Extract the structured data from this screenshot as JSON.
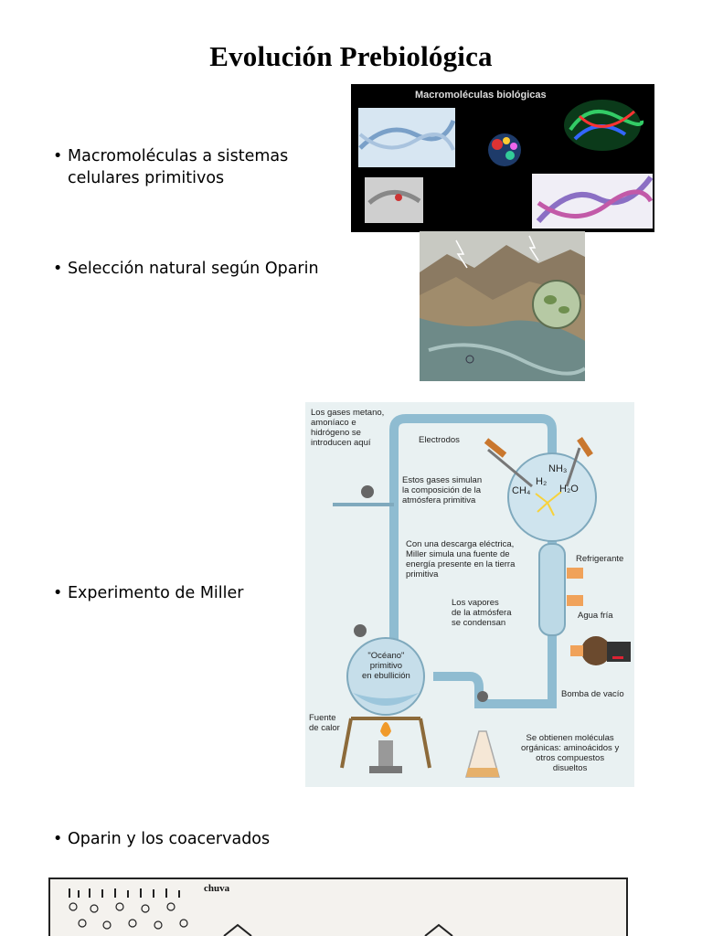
{
  "title": "Evolución Prebiológica",
  "bullets": [
    {
      "line1": "Macromoléculas a sistemas",
      "line2": "celulares primitivos"
    },
    {
      "line1": "Selección natural según Oparin"
    },
    {
      "line1": "Experimento de Miller"
    },
    {
      "line1": "Oparin y los coacervados"
    }
  ],
  "bullet_symbol": "•",
  "macro_image": {
    "caption": "Macromoléculas biológicas"
  },
  "miller_diagram": {
    "gases_intro": [
      "Los gases metano,",
      "amoníaco e",
      "hidrógeno se",
      "introducen aquí"
    ],
    "electrodes": "Electrodos",
    "simulate": [
      "Estos gases simulan",
      "la composición de la",
      "atmósfera primitiva"
    ],
    "nh3": "NH₃",
    "h2": "H₂",
    "ch4": "CH₄",
    "h2o": "H₂O",
    "discharge": [
      "Con una descarga eléctrica,",
      "Miller simula una fuente de",
      "energía presente en la tierra",
      "primitiva"
    ],
    "refrigerant": "Refrigerante",
    "vapors": [
      "Los vapores",
      "de la atmósfera",
      "se condensan"
    ],
    "cold_water": "Agua fría",
    "ocean": [
      "\"Océano\"",
      "primitivo",
      "en ebullición"
    ],
    "vacuum_pump": "Bomba de vacío",
    "heat_source": [
      "Fuente",
      "de",
      "calor"
    ],
    "molecules": [
      "Se obtienen moléculas",
      "orgánicas: aminoácidos y",
      "otros compuestos",
      "disueltos"
    ]
  },
  "coacervate_image": {
    "label": "chuva"
  }
}
